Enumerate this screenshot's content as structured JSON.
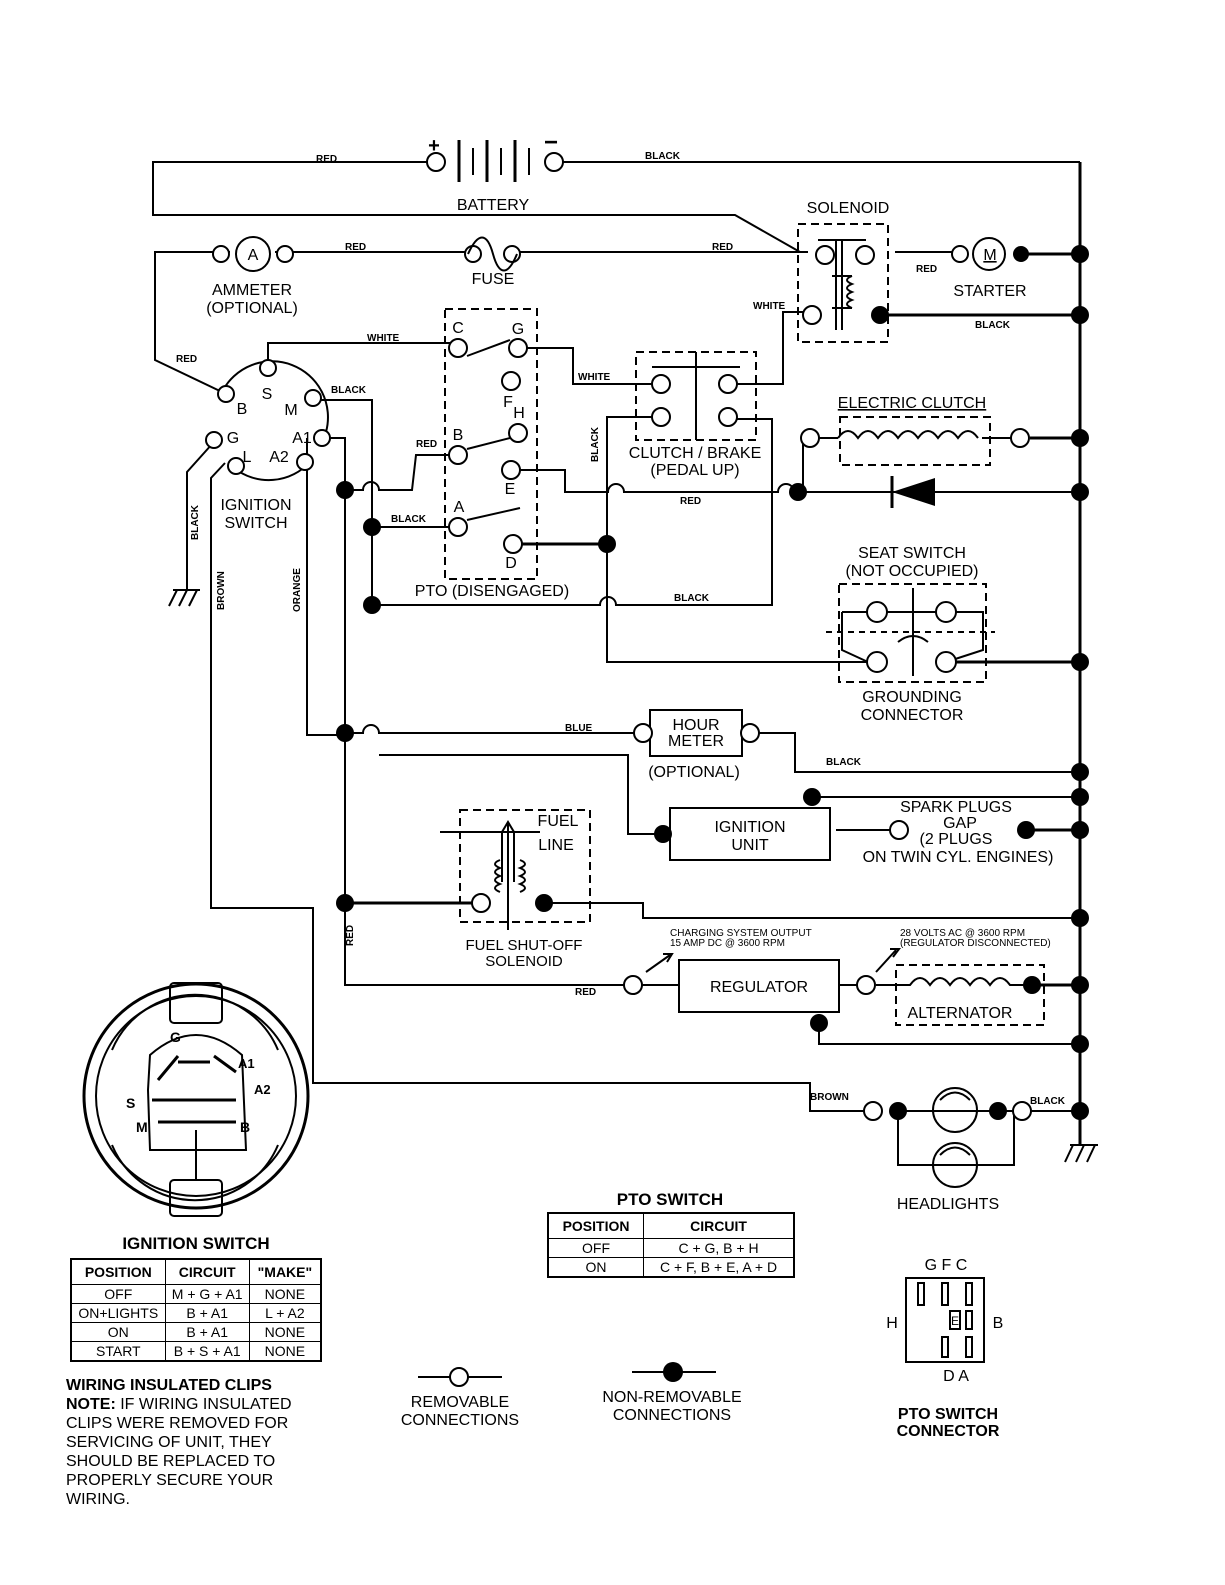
{
  "components": {
    "battery": "BATTERY",
    "battery_pos": "+",
    "battery_neg": "−",
    "solenoid": "SOLENOID",
    "ammeter_symbol": "A",
    "ammeter": "AMMETER",
    "ammeter_optional": "(OPTIONAL)",
    "fuse": "FUSE",
    "starter_symbol": "M",
    "starter": "STARTER",
    "electric_clutch": "ELECTRIC CLUTCH",
    "clutch_brake": "CLUTCH / BRAKE",
    "pedal_up": "(PEDAL UP)",
    "pto_disengaged": "PTO (DISENGAGED)",
    "ignition_switch_l1": "IGNITION",
    "ignition_switch_l2": "SWITCH",
    "seat_switch": "SEAT SWITCH",
    "not_occupied": "(NOT OCCUPIED)",
    "grounding_l1": "GROUNDING",
    "grounding_l2": "CONNECTOR",
    "hour_meter_l1": "HOUR",
    "hour_meter_l2": "METER",
    "hour_meter_optional": "(OPTIONAL)",
    "spark_l1": "SPARK PLUGS",
    "spark_l2": "GAP",
    "spark_l3": "(2 PLUGS",
    "spark_l4": "ON TWIN CYL. ENGINES)",
    "ignition_unit_l1": "IGNITION",
    "ignition_unit_l2": "UNIT",
    "fuel_line_l1": "FUEL",
    "fuel_line_l2": "LINE",
    "fuel_solenoid_l1": "FUEL SHUT-OFF",
    "fuel_solenoid_l2": "SOLENOID",
    "charging_l1": "CHARGING SYSTEM OUTPUT",
    "charging_l2": "15 AMP DC @ 3600 RPM",
    "volt_l1": "28 VOLTS AC @ 3600 RPM",
    "volt_l2": "(REGULATOR DISCONNECTED)",
    "regulator": "REGULATOR",
    "alternator": "ALTERNATOR",
    "headlights": "HEADLIGHTS"
  },
  "ignition_terminals": [
    "S",
    "B",
    "M",
    "G",
    "A1",
    "L",
    "A2"
  ],
  "pto_terminals": [
    "C",
    "G",
    "F",
    "H",
    "B",
    "E",
    "A",
    "D"
  ],
  "wire_colors": {
    "red": "RED",
    "black": "BLACK",
    "white": "WHITE",
    "blue": "BLUE",
    "brown": "BROWN",
    "orange": "ORANGE"
  },
  "connector_face_labels": [
    "G",
    "A1",
    "A2",
    "S",
    "M",
    "B"
  ],
  "ignition_table": {
    "title": "IGNITION SWITCH",
    "headers": [
      "POSITION",
      "CIRCUIT",
      "\"MAKE\""
    ],
    "rows": [
      [
        "OFF",
        "M + G + A1",
        "NONE"
      ],
      [
        "ON+LIGHTS",
        "B + A1",
        "L + A2"
      ],
      [
        "ON",
        "B + A1",
        "NONE"
      ],
      [
        "START",
        "B + S + A1",
        "NONE"
      ]
    ]
  },
  "pto_table": {
    "title": "PTO SWITCH",
    "headers": [
      "POSITION",
      "CIRCUIT"
    ],
    "rows": [
      [
        "OFF",
        "C + G, B + H"
      ],
      [
        "ON",
        "C + F, B + E, A + D"
      ]
    ]
  },
  "legend": {
    "removable_l1": "REMOVABLE",
    "removable_l2": "CONNECTIONS",
    "nonremovable_l1": "NON-REMOVABLE",
    "nonremovable_l2": "CONNECTIONS"
  },
  "pto_connector": {
    "top": "G F C",
    "left": "H",
    "right": "B",
    "center": "E",
    "bottom": "D A",
    "title_l1": "PTO SWITCH",
    "title_l2": "CONNECTOR"
  },
  "note": {
    "heading": "WIRING INSULATED CLIPS",
    "label": "NOTE:",
    "text": "IF WIRING INSULATED CLIPS WERE REMOVED FOR SERVICING OF UNIT, THEY SHOULD BE REPLACED TO PROPERLY SECURE YOUR WIRING."
  }
}
